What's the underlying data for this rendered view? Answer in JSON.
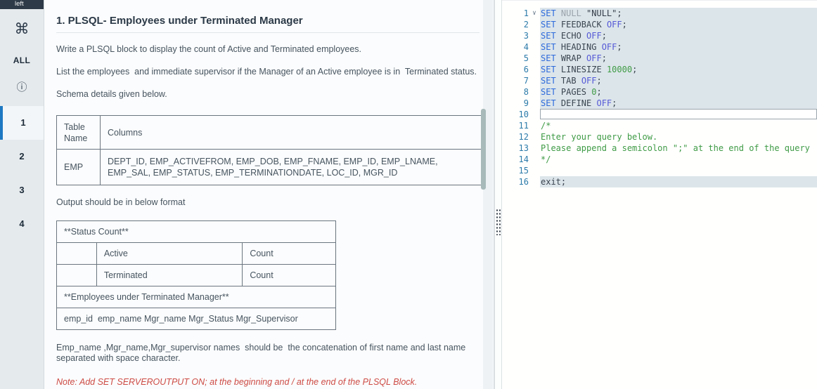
{
  "colors": {
    "accent_blue": "#1e78c2",
    "note_red": "#cd4b45",
    "keyword_blue": "#2e6bdb",
    "option_indigo": "#5559d6",
    "comment_green": "#3f9b45",
    "line_highlight": "#dce5ea",
    "gutter_blue": "#2c7ba9"
  },
  "sidebar": {
    "topbar_label": "left",
    "command_icon": "⌘",
    "all_label": "ALL",
    "info_icon": "ⓘ",
    "items": [
      {
        "label": "1",
        "selected": true
      },
      {
        "label": "2",
        "selected": false
      },
      {
        "label": "3",
        "selected": false
      },
      {
        "label": "4",
        "selected": false
      }
    ]
  },
  "problem": {
    "title": "1. PLSQL- Employees under Terminated Manager",
    "paragraphs": [
      "Write a PLSQL block to display the count of Active and Terminated employees.",
      "List the employees  and immediate supervisor if the Manager of an Active employee is in  Terminated status.",
      "Schema details given below."
    ],
    "schema_table": {
      "headers": [
        "Table Name",
        "Columns"
      ],
      "rows": [
        [
          "EMP",
          "DEPT_ID, EMP_ACTIVEFROM, EMP_DOB, EMP_FNAME, EMP_ID, EMP_LNAME, EMP_SAL, EMP_STATUS, EMP_TERMINATIONDATE, LOC_ID, MGR_ID"
        ]
      ]
    },
    "output_intro": "Output should be in below format",
    "output_table": {
      "section1": "**Status Count**",
      "status_rows": [
        [
          "",
          "Active",
          "Count"
        ],
        [
          "",
          "Terminated",
          "Count"
        ]
      ],
      "section2": "**Employees under Terminated Manager**",
      "columns_row": "emp_id  emp_name Mgr_name Mgr_Status Mgr_Supervisor"
    },
    "concat_note": "Emp_name ,Mgr_name,Mgr_supervisor names  should be  the concatenation of first name and last name separated with space character.",
    "red_note": "Note: Add SET SERVEROUTPUT ON; at the beginning and / at the end of the PLSQL Block."
  },
  "editor": {
    "fold_glyph": "∨",
    "lines": [
      {
        "n": "1",
        "hl": true,
        "fold": true,
        "parts": [
          [
            "kw",
            "SET "
          ],
          [
            "gray",
            "NULL "
          ],
          [
            "str",
            "\"NULL\";"
          ]
        ]
      },
      {
        "n": "2",
        "hl": true,
        "parts": [
          [
            "kw",
            "SET "
          ],
          [
            "plain",
            "FEEDBACK "
          ],
          [
            "opt",
            "OFF"
          ],
          [
            "plain",
            ";"
          ]
        ]
      },
      {
        "n": "3",
        "hl": true,
        "parts": [
          [
            "kw",
            "SET "
          ],
          [
            "plain",
            "ECHO "
          ],
          [
            "opt",
            "OFF"
          ],
          [
            "plain",
            ";"
          ]
        ]
      },
      {
        "n": "4",
        "hl": true,
        "parts": [
          [
            "kw",
            "SET "
          ],
          [
            "plain",
            "HEADING "
          ],
          [
            "opt",
            "OFF"
          ],
          [
            "plain",
            ";"
          ]
        ]
      },
      {
        "n": "5",
        "hl": true,
        "parts": [
          [
            "kw",
            "SET "
          ],
          [
            "plain",
            "WRAP "
          ],
          [
            "opt",
            "OFF"
          ],
          [
            "plain",
            ";"
          ]
        ]
      },
      {
        "n": "6",
        "hl": true,
        "parts": [
          [
            "kw",
            "SET "
          ],
          [
            "plain",
            "LINESIZE "
          ],
          [
            "num",
            "10000"
          ],
          [
            "plain",
            ";"
          ]
        ]
      },
      {
        "n": "7",
        "hl": true,
        "parts": [
          [
            "kw",
            "SET "
          ],
          [
            "plain",
            "TAB "
          ],
          [
            "opt",
            "OFF"
          ],
          [
            "plain",
            ";"
          ]
        ]
      },
      {
        "n": "8",
        "hl": true,
        "parts": [
          [
            "kw",
            "SET "
          ],
          [
            "plain",
            "PAGES "
          ],
          [
            "num",
            "0"
          ],
          [
            "plain",
            ";"
          ]
        ]
      },
      {
        "n": "9",
        "hl": true,
        "parts": [
          [
            "kw",
            "SET "
          ],
          [
            "plain",
            "DEFINE "
          ],
          [
            "opt",
            "OFF"
          ],
          [
            "plain",
            ";"
          ]
        ]
      },
      {
        "n": "10",
        "box": true,
        "parts": []
      },
      {
        "n": "11",
        "parts": [
          [
            "com",
            "/*"
          ]
        ]
      },
      {
        "n": "12",
        "parts": [
          [
            "com",
            "Enter your query below."
          ]
        ]
      },
      {
        "n": "13",
        "parts": [
          [
            "com",
            "Please append a semicolon \";\" at the end of the query"
          ]
        ]
      },
      {
        "n": "14",
        "parts": [
          [
            "com",
            "*/"
          ]
        ]
      },
      {
        "n": "15",
        "parts": []
      },
      {
        "n": "16",
        "hl": true,
        "parts": [
          [
            "plain",
            "exit;"
          ]
        ]
      }
    ]
  }
}
